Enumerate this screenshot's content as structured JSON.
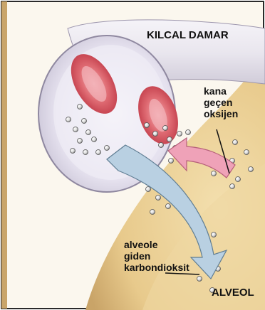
{
  "labels": {
    "capillary": "KILCAL DAMAR",
    "oxygen": "kana\ngeçen\noksijen",
    "carbon_dioxide": "alveole\ngiden\nkarbondioksit",
    "alveolus": "ALVEOL"
  },
  "colors": {
    "background": "#ffffff",
    "border": "#2a2a2a",
    "alveolus_fill": "#e9cf95",
    "capillary_fill": "#e4e0ee",
    "blood_cell": "#d95560",
    "oxygen_arrow": "#ef9fb5",
    "co2_arrow": "#b7cfe0",
    "label_text": "#111111"
  }
}
